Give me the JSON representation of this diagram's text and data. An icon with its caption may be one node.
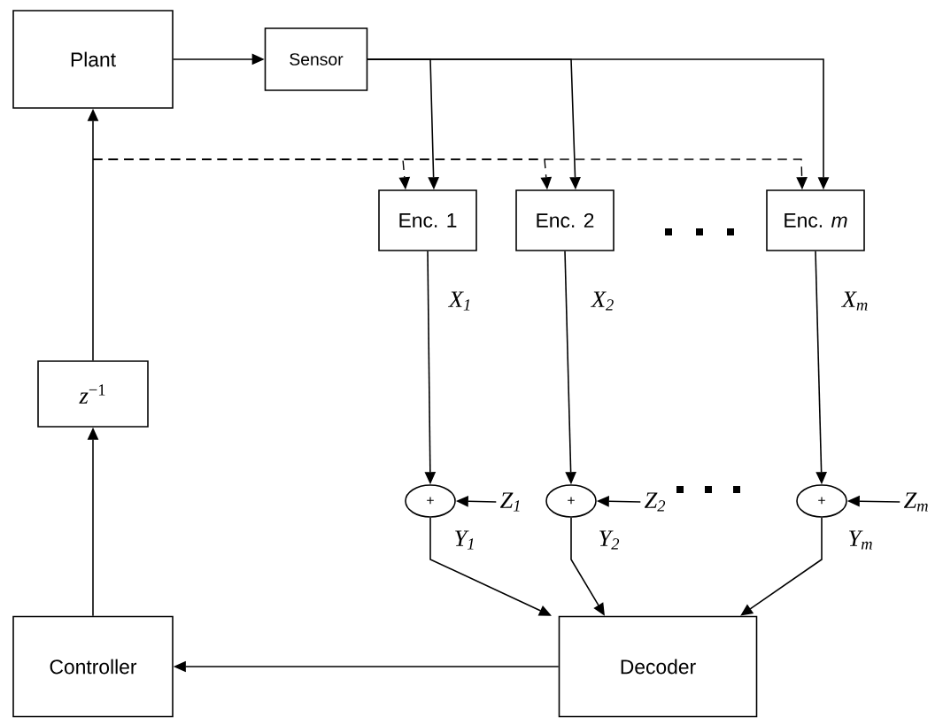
{
  "diagram": {
    "nodes": [
      {
        "text": [
          "Plant"
        ]
      },
      {
        "text": [
          "Sensor"
        ]
      },
      {
        "text": [
          "Enc. 1"
        ]
      },
      {
        "text": [
          "Enc. 2"
        ]
      },
      {
        "text": [
          "Enc. *m*"
        ]
      },
      {
        "text": [
          "+"
        ]
      },
      {
        "text": [
          "+"
        ]
      },
      {
        "text": [
          "+"
        ]
      },
      {
        "text": [
          "*z*$^{−1}$"
        ]
      },
      {
        "text": [
          "Controller"
        ]
      },
      {
        "text": [
          "Decoder"
        ]
      },
      {
        "text": [
          "Z$_{1}$"
        ]
      },
      {
        "text": [
          "Z$_{2}$"
        ]
      },
      {
        "text": [
          "Z$_{m}$"
        ]
      }
    ],
    "edges": [
      {
        "from": 0,
        "to": 1,
        "arrow": "to"
      },
      {
        "from": 1,
        "to": 2,
        "arrow": "to"
      },
      {
        "from": 1,
        "to": 3,
        "arrow": "to"
      },
      {
        "from": 1,
        "to": 4,
        "arrow": "to"
      },
      {
        "from": 8,
        "to": 0,
        "arrow": "to"
      },
      {
        "from": null,
        "to": 2,
        "arrow": "to",
        "style": "dashed"
      },
      {
        "from": null,
        "to": 3,
        "arrow": "to",
        "style": "dashed"
      },
      {
        "from": null,
        "to": 4,
        "arrow": "to",
        "style": "dashed"
      },
      {
        "from": 2,
        "to": 5,
        "arrow": "to",
        "label": "X$_{1}$"
      },
      {
        "from": 3,
        "to": 6,
        "arrow": "to",
        "label": "X$_{2}$"
      },
      {
        "from": 4,
        "to": 7,
        "arrow": "to",
        "label": "X$_{m}$"
      },
      {
        "from": 11,
        "to": 5,
        "arrow": "to"
      },
      {
        "from": 12,
        "to": 6,
        "arrow": "to"
      },
      {
        "from": 13,
        "to": 7,
        "arrow": "to"
      },
      {
        "from": 5,
        "to": 10,
        "arrow": "to",
        "label": "Y$_{1}$"
      },
      {
        "from": 6,
        "to": 10,
        "arrow": "to",
        "label": "Y$_{2}$"
      },
      {
        "from": 7,
        "to": 10,
        "arrow": "to",
        "label": "Y$_{m}$"
      },
      {
        "from": 10,
        "to": 9,
        "arrow": "to"
      },
      {
        "from": 9,
        "to": 8,
        "arrow": "to"
      }
    ]
  }
}
